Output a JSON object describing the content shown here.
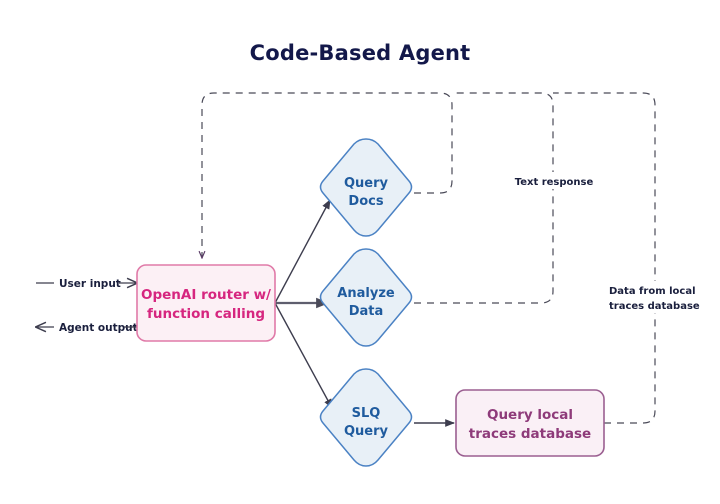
{
  "diagram": {
    "title": "Code-Based Agent",
    "background_color": "#ffffff",
    "colors": {
      "title": "#13184a",
      "router_text": "#d6267f",
      "router_fill": "#fcf0f5",
      "router_stroke": "#e07aa8",
      "decision_text": "#1f5b9e",
      "decision_fill": "#e8f0f7",
      "decision_stroke": "#4b82c4",
      "database_text": "#8e3b7a",
      "database_fill": "#faf0f6",
      "database_stroke": "#9b5f91",
      "edge": "#3d3d4e",
      "dashed_edge": "#4a4a58",
      "label": "#1a1f3d"
    },
    "io_ports": [
      {
        "id": "user-input",
        "label": "User input",
        "direction": "in",
        "arrow_glyph": "→"
      },
      {
        "id": "agent-output",
        "label": "Agent output",
        "direction": "out",
        "arrow_glyph": "←"
      }
    ],
    "nodes": [
      {
        "id": "openai-router",
        "shape": "rounded-rect",
        "style": "pink",
        "lines": [
          "OpenAI router w/",
          "function calling"
        ]
      },
      {
        "id": "query-docs",
        "shape": "diamond",
        "style": "blue",
        "lines": [
          "Query",
          "Docs"
        ]
      },
      {
        "id": "analyze-data",
        "shape": "diamond",
        "style": "blue",
        "lines": [
          "Analyze",
          "Data"
        ]
      },
      {
        "id": "slq-query",
        "shape": "diamond",
        "style": "blue",
        "lines": [
          "SLQ",
          "Query"
        ]
      },
      {
        "id": "query-local-traces-database",
        "shape": "rounded-rect",
        "style": "plum",
        "lines": [
          "Query local",
          "traces database"
        ]
      }
    ],
    "edges": [
      {
        "id": "router-to-query-docs",
        "from": "openai-router",
        "to": "query-docs",
        "style": "solid",
        "arrow": true
      },
      {
        "id": "router-to-analyze-data",
        "from": "openai-router",
        "to": "analyze-data",
        "style": "solid",
        "arrow": true
      },
      {
        "id": "router-to-slq-query",
        "from": "openai-router",
        "to": "slq-query",
        "style": "solid",
        "arrow": true
      },
      {
        "id": "slq-query-to-database",
        "from": "slq-query",
        "to": "query-local-traces-database",
        "style": "solid",
        "arrow": true
      },
      {
        "id": "query-docs-return",
        "from": "query-docs",
        "to": "openai-router",
        "style": "dashed",
        "arrow": true
      },
      {
        "id": "analyze-data-return",
        "from": "analyze-data",
        "to": "openai-router",
        "style": "dashed",
        "arrow": true
      },
      {
        "id": "database-return",
        "from": "query-local-traces-database",
        "to": "openai-router",
        "style": "dashed",
        "arrow": true
      }
    ],
    "edge_labels": [
      {
        "id": "text-response",
        "lines": [
          "Text response"
        ]
      },
      {
        "id": "data-from-local-traces-database",
        "lines": [
          "Data from local",
          "traces database"
        ]
      }
    ]
  }
}
